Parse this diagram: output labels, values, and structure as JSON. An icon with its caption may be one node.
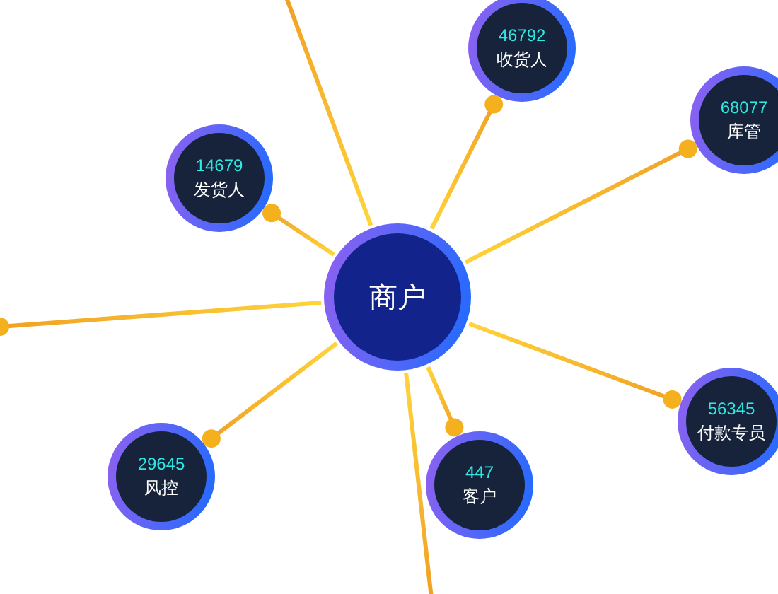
{
  "diagram": {
    "nodes": [
      {
        "text": [
          "商户"
        ]
      },
      {
        "text": [
          "14679",
          "发货人"
        ]
      },
      {
        "text": [
          "46792",
          "收货人"
        ]
      },
      {
        "text": [
          "68077",
          "库管"
        ]
      },
      {
        "text": [
          "56345",
          "付款专员"
        ]
      },
      {
        "text": [
          "447",
          "客户"
        ]
      },
      {
        "text": [
          "29645",
          "风控"
        ]
      }
    ],
    "edges": [
      {
        "from": 0,
        "to": 1,
        "arrow": "other"
      },
      {
        "from": 0,
        "to": 2,
        "arrow": "other"
      },
      {
        "from": 0,
        "to": 3,
        "arrow": "other"
      },
      {
        "from": 0,
        "to": 4,
        "arrow": "other"
      },
      {
        "from": 0,
        "to": 5,
        "arrow": "other"
      },
      {
        "from": 0,
        "to": 6,
        "arrow": "other"
      },
      {
        "from": 0,
        "to": null,
        "arrow": "none"
      },
      {
        "from": 0,
        "to": null,
        "arrow": "other"
      },
      {
        "from": 0,
        "to": null,
        "arrow": "none"
      }
    ]
  }
}
